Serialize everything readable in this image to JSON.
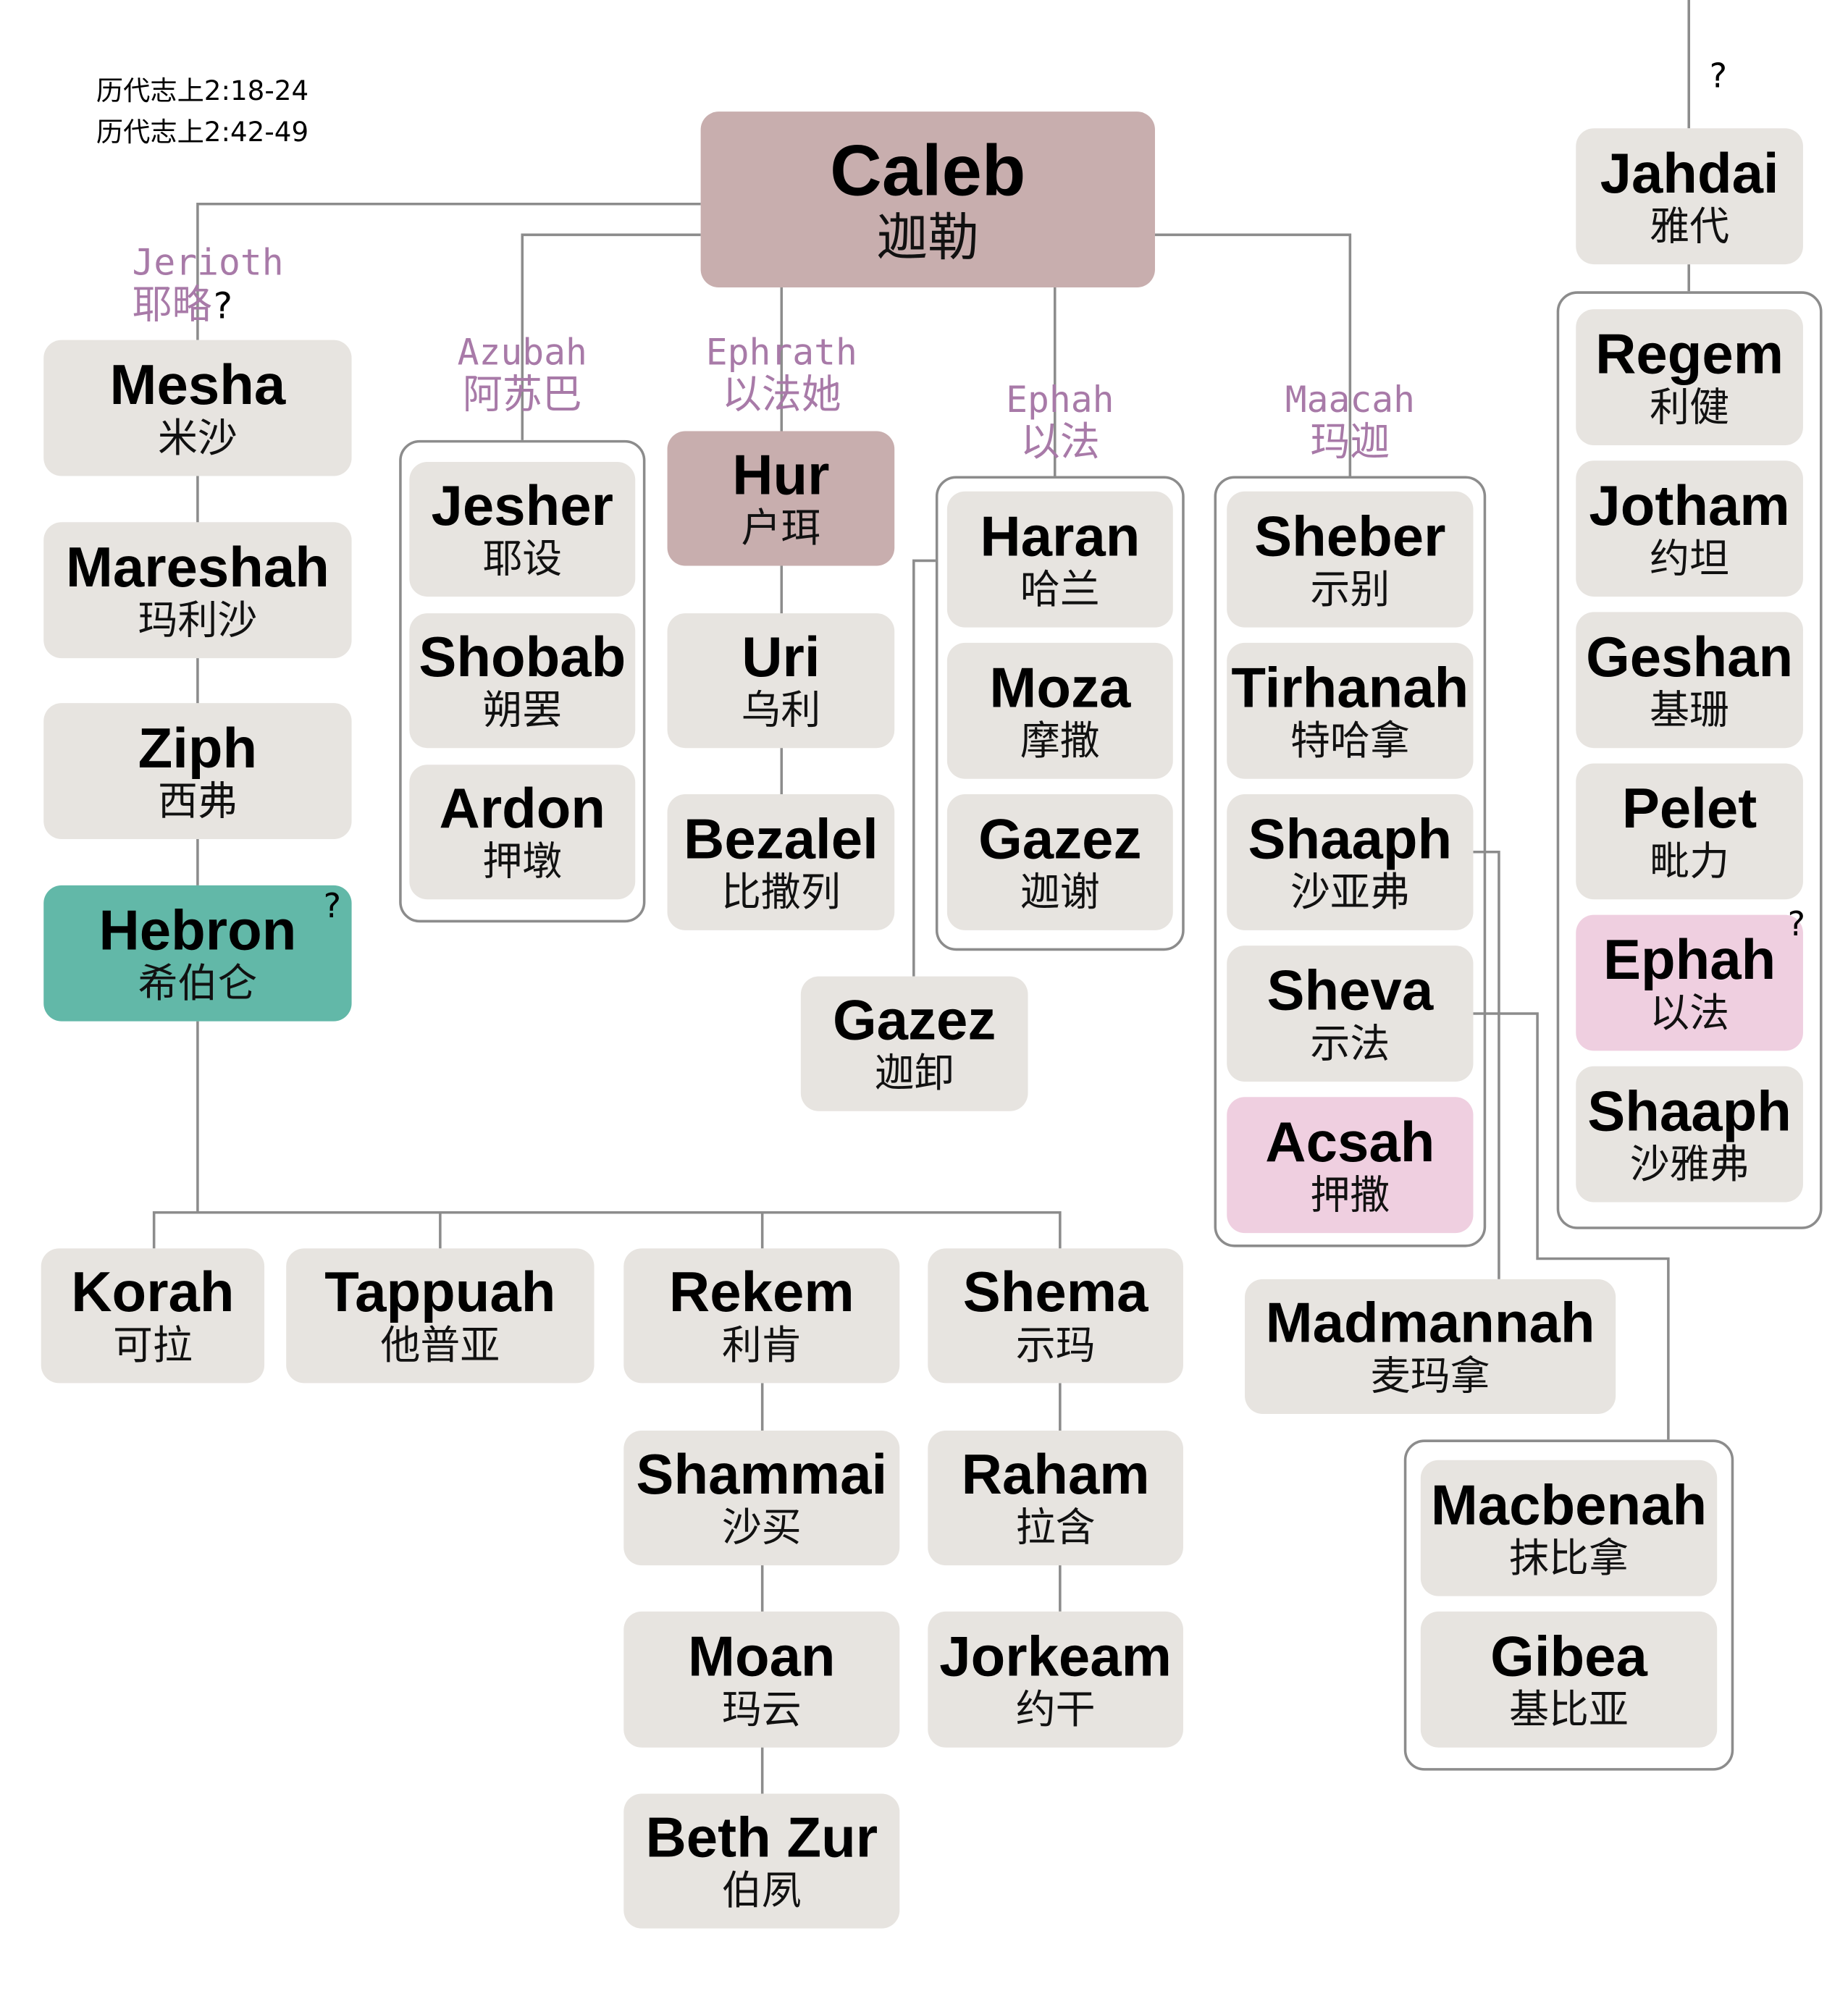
{
  "references": [
    "历代志上2:18-24",
    "历代志上2:42-49"
  ],
  "wives": {
    "jerioth": {
      "en": "Jerioth",
      "zh": "耶略"
    },
    "azubah": {
      "en": "Azubah",
      "zh": "阿苏巴"
    },
    "ephrath": {
      "en": "Ephrath",
      "zh": "以法她"
    },
    "ephah": {
      "en": "Ephah",
      "zh": "以法"
    },
    "maacah": {
      "en": "Maacah",
      "zh": "玛迦"
    }
  },
  "uncertain_mark": "?",
  "colors": {
    "default": "#e7e4e0",
    "root": "#c8aeae",
    "highlight_teal": "#62b8a8",
    "female": "#efcfe0",
    "wife_label": "#a87aa8",
    "line": "#8c8c8c"
  },
  "nodes": {
    "caleb": {
      "en": "Caleb",
      "zh": "迦勒"
    },
    "jahdai": {
      "en": "Jahdai",
      "zh": "雅代"
    },
    "regem": {
      "en": "Regem",
      "zh": "利健"
    },
    "jotham": {
      "en": "Jotham",
      "zh": "约坦"
    },
    "geshan": {
      "en": "Geshan",
      "zh": "基珊"
    },
    "pelet": {
      "en": "Pelet",
      "zh": "毗力"
    },
    "ephah_f": {
      "en": "Ephah",
      "zh": "以法"
    },
    "shaaph_j": {
      "en": "Shaaph",
      "zh": "沙雅弗"
    },
    "mesha": {
      "en": "Mesha",
      "zh": "米沙"
    },
    "mareshah": {
      "en": "Mareshah",
      "zh": "玛利沙"
    },
    "ziph": {
      "en": "Ziph",
      "zh": "西弗"
    },
    "hebron": {
      "en": "Hebron",
      "zh": "希伯仑"
    },
    "jesher": {
      "en": "Jesher",
      "zh": "耶设"
    },
    "shobab": {
      "en": "Shobab",
      "zh": "朔罢"
    },
    "ardon": {
      "en": "Ardon",
      "zh": "押墩"
    },
    "hur": {
      "en": "Hur",
      "zh": "户珥"
    },
    "uri": {
      "en": "Uri",
      "zh": "乌利"
    },
    "bezalel": {
      "en": "Bezalel",
      "zh": "比撒列"
    },
    "haran": {
      "en": "Haran",
      "zh": "哈兰"
    },
    "moza": {
      "en": "Moza",
      "zh": "摩撒"
    },
    "gazez": {
      "en": "Gazez",
      "zh": "迦谢"
    },
    "gazez2": {
      "en": "Gazez",
      "zh": "迦卸"
    },
    "sheber": {
      "en": "Sheber",
      "zh": "示别"
    },
    "tirhanah": {
      "en": "Tirhanah",
      "zh": "特哈拿"
    },
    "shaaph": {
      "en": "Shaaph",
      "zh": "沙亚弗"
    },
    "sheva": {
      "en": "Sheva",
      "zh": "示法"
    },
    "acsah": {
      "en": "Acsah",
      "zh": "押撒"
    },
    "madmannah": {
      "en": "Madmannah",
      "zh": "麦玛拿"
    },
    "macbenah": {
      "en": "Macbenah",
      "zh": "抹比拿"
    },
    "gibea": {
      "en": "Gibea",
      "zh": "基比亚"
    },
    "korah": {
      "en": "Korah",
      "zh": "可拉"
    },
    "tappuah": {
      "en": "Tappuah",
      "zh": "他普亚"
    },
    "rekem": {
      "en": "Rekem",
      "zh": "利肯"
    },
    "shema": {
      "en": "Shema",
      "zh": "示玛"
    },
    "shammai": {
      "en": "Shammai",
      "zh": "沙买"
    },
    "raham": {
      "en": "Raham",
      "zh": "拉含"
    },
    "moan": {
      "en": "Moan",
      "zh": "玛云"
    },
    "jorkeam": {
      "en": "Jorkeam",
      "zh": "约干"
    },
    "bethzur": {
      "en": "Beth Zur",
      "zh": "伯夙"
    }
  }
}
